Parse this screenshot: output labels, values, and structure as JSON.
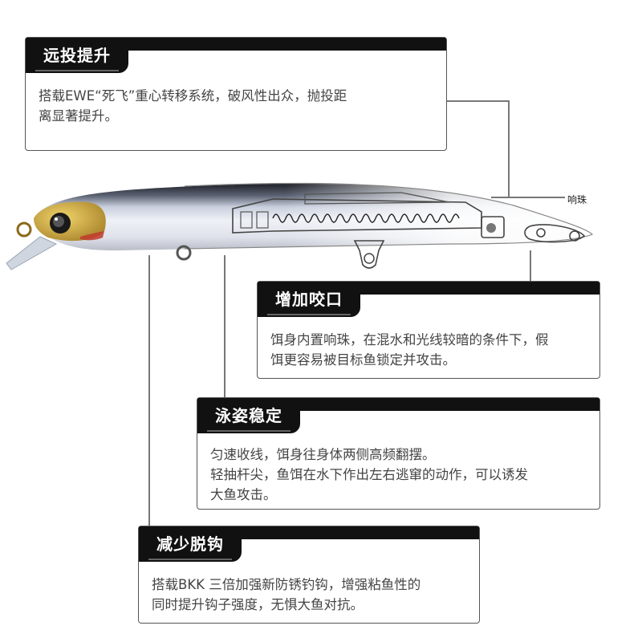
{
  "features": [
    {
      "title": "远投提升",
      "lines": [
        "搭载EWE“死飞”重心转移系统，破风性出众，抛投距",
        "离显著提升。"
      ]
    },
    {
      "title": "增加咬口",
      "lines": [
        "饵身内置响珠，在混水和光线较暗的条件下，假",
        "饵更容易被目标鱼锁定并攻击。"
      ]
    },
    {
      "title": "泳姿稳定",
      "lines": [
        "匀速收线，饵身往身体两侧高频翻摆。",
        "轻抽杆尖，鱼饵在水下作出左右逃窜的动作，可以诱发",
        "大鱼攻击。"
      ]
    },
    {
      "title": "减少脱钩",
      "lines": [
        "搭载BKK 三倍加强新防锈钓钩，增强粘鱼性的",
        "同时提升钩子强度，无惧大鱼对抗。"
      ]
    }
  ],
  "diagram": {
    "rattle_label": "响珠",
    "colors": {
      "card_border": "#555555",
      "title_bar": "#111111",
      "head_gold": "#c9a53a",
      "body_silver": "#dfe3ea",
      "back_dark": "#2a2c33"
    }
  }
}
